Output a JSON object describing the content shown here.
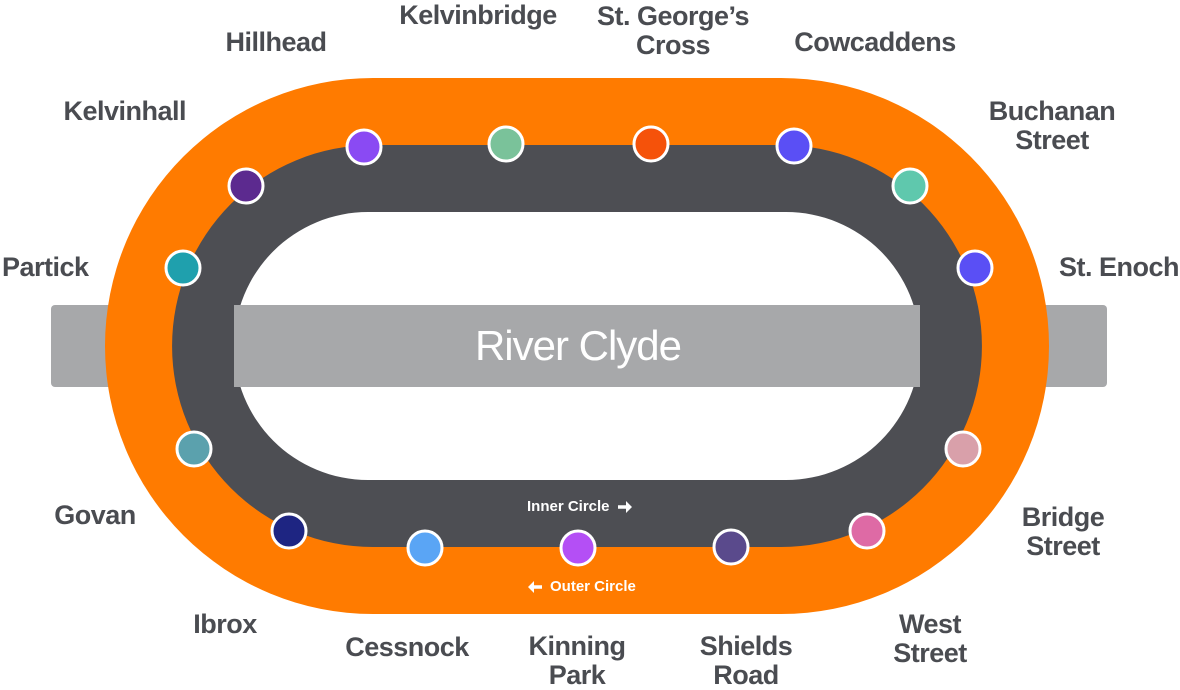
{
  "map": {
    "river_label": "River Clyde",
    "inner_circle_label": "Inner Circle",
    "outer_circle_label": "Outer Circle",
    "colors": {
      "outer_track": "#ff7b00",
      "inner_track": "#4d4e53",
      "river": "#a7a8aa",
      "label_text": "#4a4c51"
    }
  },
  "stations": [
    {
      "name": "Kelvinhall",
      "lines": [
        "Kelvinhall"
      ],
      "color": "#5c2a8f"
    },
    {
      "name": "Hillhead",
      "lines": [
        "Hillhead"
      ],
      "color": "#8a4af3"
    },
    {
      "name": "Kelvinbridge",
      "lines": [
        "Kelvinbridge"
      ],
      "color": "#7ac29a"
    },
    {
      "name": "St. George's Cross",
      "lines": [
        "St. George’s",
        "Cross"
      ],
      "color": "#f5520a"
    },
    {
      "name": "Cowcaddens",
      "lines": [
        "Cowcaddens"
      ],
      "color": "#5a4ff5"
    },
    {
      "name": "Buchanan Street",
      "lines": [
        "Buchanan",
        "Street"
      ],
      "color": "#5fc8ad"
    },
    {
      "name": "St. Enoch",
      "lines": [
        "St. Enoch"
      ],
      "color": "#5a4ff5"
    },
    {
      "name": "Bridge Street",
      "lines": [
        "Bridge",
        "Street"
      ],
      "color": "#d9a0aa"
    },
    {
      "name": "West Street",
      "lines": [
        "West",
        "Street"
      ],
      "color": "#de6aa5"
    },
    {
      "name": "Shields Road",
      "lines": [
        "Shields",
        "Road"
      ],
      "color": "#5a4a8c"
    },
    {
      "name": "Kinning Park",
      "lines": [
        "Kinning",
        "Park"
      ],
      "color": "#b44ff5"
    },
    {
      "name": "Cessnock",
      "lines": [
        "Cessnock"
      ],
      "color": "#5aa5f5"
    },
    {
      "name": "Ibrox",
      "lines": [
        "Ibrox"
      ],
      "color": "#1e2582"
    },
    {
      "name": "Govan",
      "lines": [
        "Govan"
      ],
      "color": "#5ba1ad"
    },
    {
      "name": "Partick",
      "lines": [
        "Partick"
      ],
      "color": "#1fa0ad"
    }
  ]
}
